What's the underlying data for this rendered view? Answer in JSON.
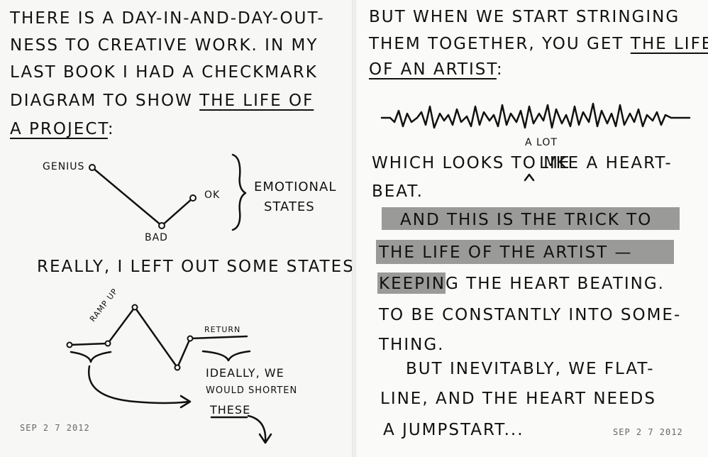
{
  "left_page": {
    "intro_lines": [
      "There is a day-in-and-day-out-",
      "ness to creative work. In my",
      "last book I had a checkmark",
      "diagram to show "
    ],
    "intro_underlined_1": "the life of",
    "intro_underlined_2": "a project",
    "intro_end": ":",
    "checkmark": {
      "label_genius": "Genius",
      "label_bad": "Bad",
      "label_ok": "OK",
      "brace_label_1": "Emotional",
      "brace_label_2": "states"
    },
    "really_line": "Really, I left out some states:",
    "states": {
      "label_ramp_up": "Ramp up",
      "label_return": "Return",
      "ideally_1": "Ideally, we",
      "ideally_2": "would shorten",
      "ideally_3": "these"
    },
    "date_stamp": "SEP 2 7 2012"
  },
  "right_page": {
    "line_1": "But when we start stringing",
    "line_2": "them together, you get ",
    "line_2_underlined": "the life",
    "line_3_underlined": "of an artist",
    "line_3_end": ":",
    "heartbeat_line_1_a": "Which looks to me",
    "insert_a_lot": "a lot",
    "heartbeat_line_1_b": "like a heart-",
    "heartbeat_line_2": "beat.",
    "trick_line_1": "And this is the trick to",
    "trick_line_2": "the life of the artist —",
    "trick_line_3": "keeping the heart beating.",
    "trick_line_4": "To be constantly into some-",
    "trick_line_5": "thing.",
    "flatline_1": "But inevitably, we flat-",
    "flatline_2": "line, and the heart needs",
    "flatline_3": "a jumpstart...",
    "date_stamp": "SEP 2 7 2012"
  }
}
